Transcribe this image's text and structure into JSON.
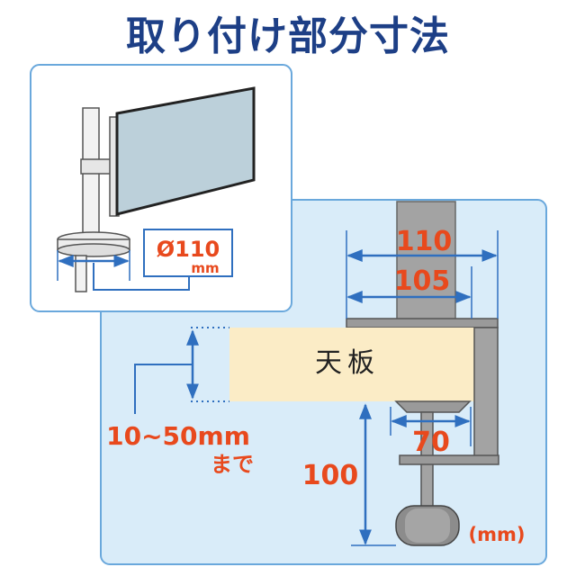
{
  "title": "取り付け部分寸法",
  "dimensions": {
    "width_top": "110",
    "width_inner": "105",
    "clamp_base": "70",
    "clamp_depth": "100",
    "pole_diameter": "Ø110",
    "pole_diameter_unit": "mm",
    "thickness_range": "10~50mm",
    "thickness_suffix": "まで",
    "unit_note": "(mm)"
  },
  "tabletop_label": "天板",
  "colors": {
    "title": "#1d3f86",
    "accent": "#e8491d",
    "line": "#2f6fbf",
    "panel_bg": "#d9ecf9",
    "tabletop": "#fbecc6",
    "metal": "#a3a3a3"
  }
}
